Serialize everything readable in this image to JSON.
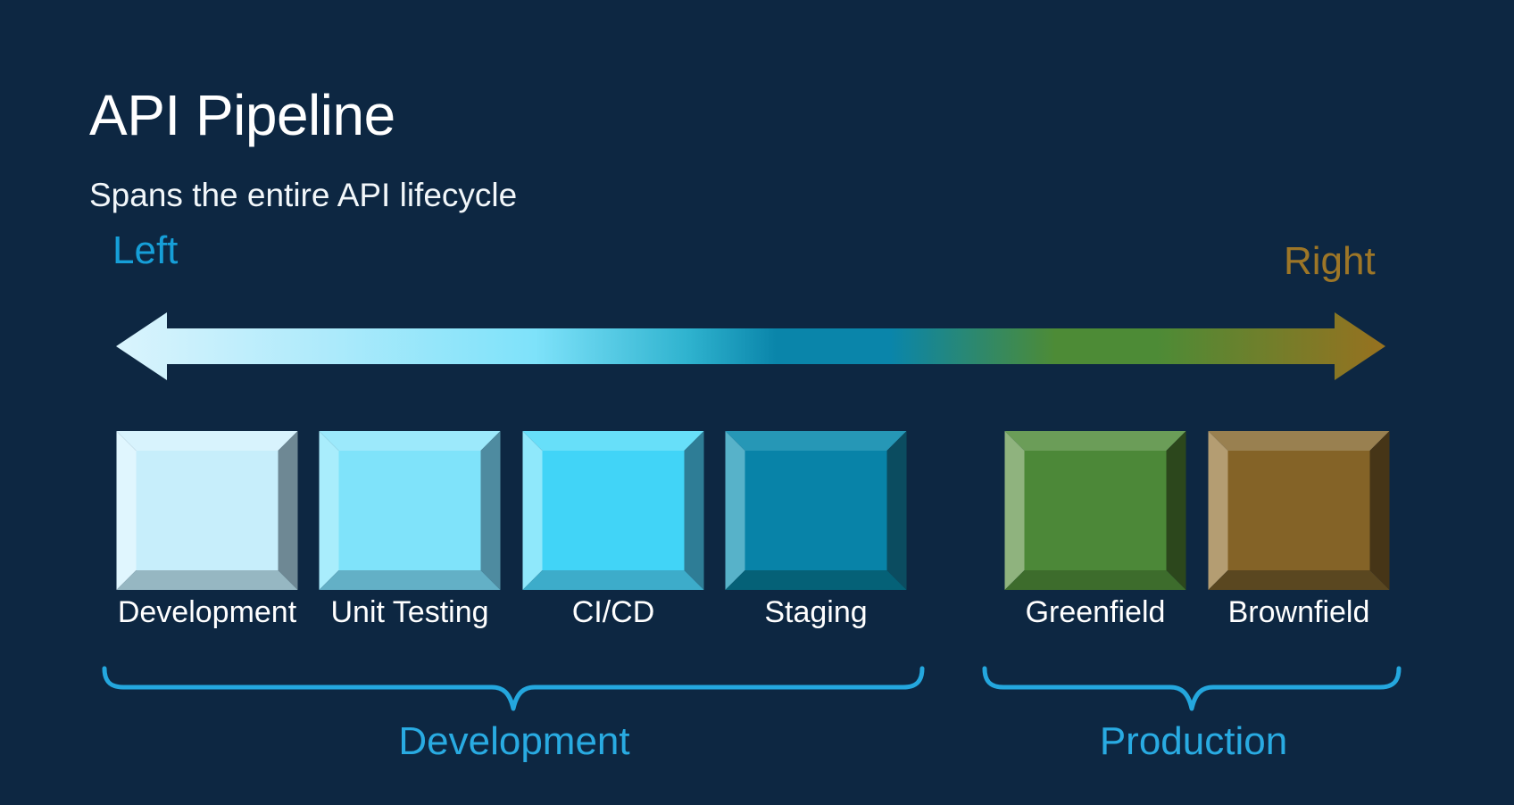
{
  "slide": {
    "background": "#0d2742",
    "title": "API Pipeline",
    "subtitle": "Spans the entire API lifecycle"
  },
  "arrow": {
    "left_label": "Left",
    "right_label": "Right",
    "left_label_color": "#169fd8",
    "right_label_color": "#9d7627",
    "gradient_stops": [
      "#daf4fd",
      "#b2ebfb",
      "#7ee2fa",
      "#2fb3cf",
      "#0a85aa",
      "#0a85aa",
      "#4d8b36",
      "#4d8b36",
      "#97711f"
    ]
  },
  "stages": [
    {
      "label": "Development",
      "colors": {
        "face": "#c7eefb",
        "top": "#d8f3fd",
        "left": "#e0f6fe",
        "right": "#6e8894",
        "bottom": "#96b7c2"
      }
    },
    {
      "label": "Unit Testing",
      "colors": {
        "face": "#7fe3fa",
        "top": "#9ce9fb",
        "left": "#a9edfc",
        "right": "#4e8ba0",
        "bottom": "#63b0c6"
      }
    },
    {
      "label": "CI/CD",
      "colors": {
        "face": "#41d4f7",
        "top": "#67dff9",
        "left": "#8fe8fb",
        "right": "#2e7d96",
        "bottom": "#3dacca"
      }
    },
    {
      "label": "Staging",
      "colors": {
        "face": "#0883a8",
        "top": "#2697b6",
        "left": "#57b2c9",
        "right": "#0b4c60",
        "bottom": "#056177"
      }
    },
    {
      "label": "Greenfield",
      "colors": {
        "face": "#4c8838",
        "top": "#6b9d58",
        "left": "#8fb37e",
        "right": "#2c471c",
        "bottom": "#3d6c2c"
      }
    },
    {
      "label": "Brownfield",
      "colors": {
        "face": "#846327",
        "top": "#998050",
        "left": "#b49d72",
        "right": "#463517",
        "bottom": "#5a4720"
      }
    }
  ],
  "groups": [
    {
      "label": "Development"
    },
    {
      "label": "Production"
    }
  ],
  "accent": {
    "brace_color": "#24a7de",
    "group_label_color": "#29abe2"
  }
}
